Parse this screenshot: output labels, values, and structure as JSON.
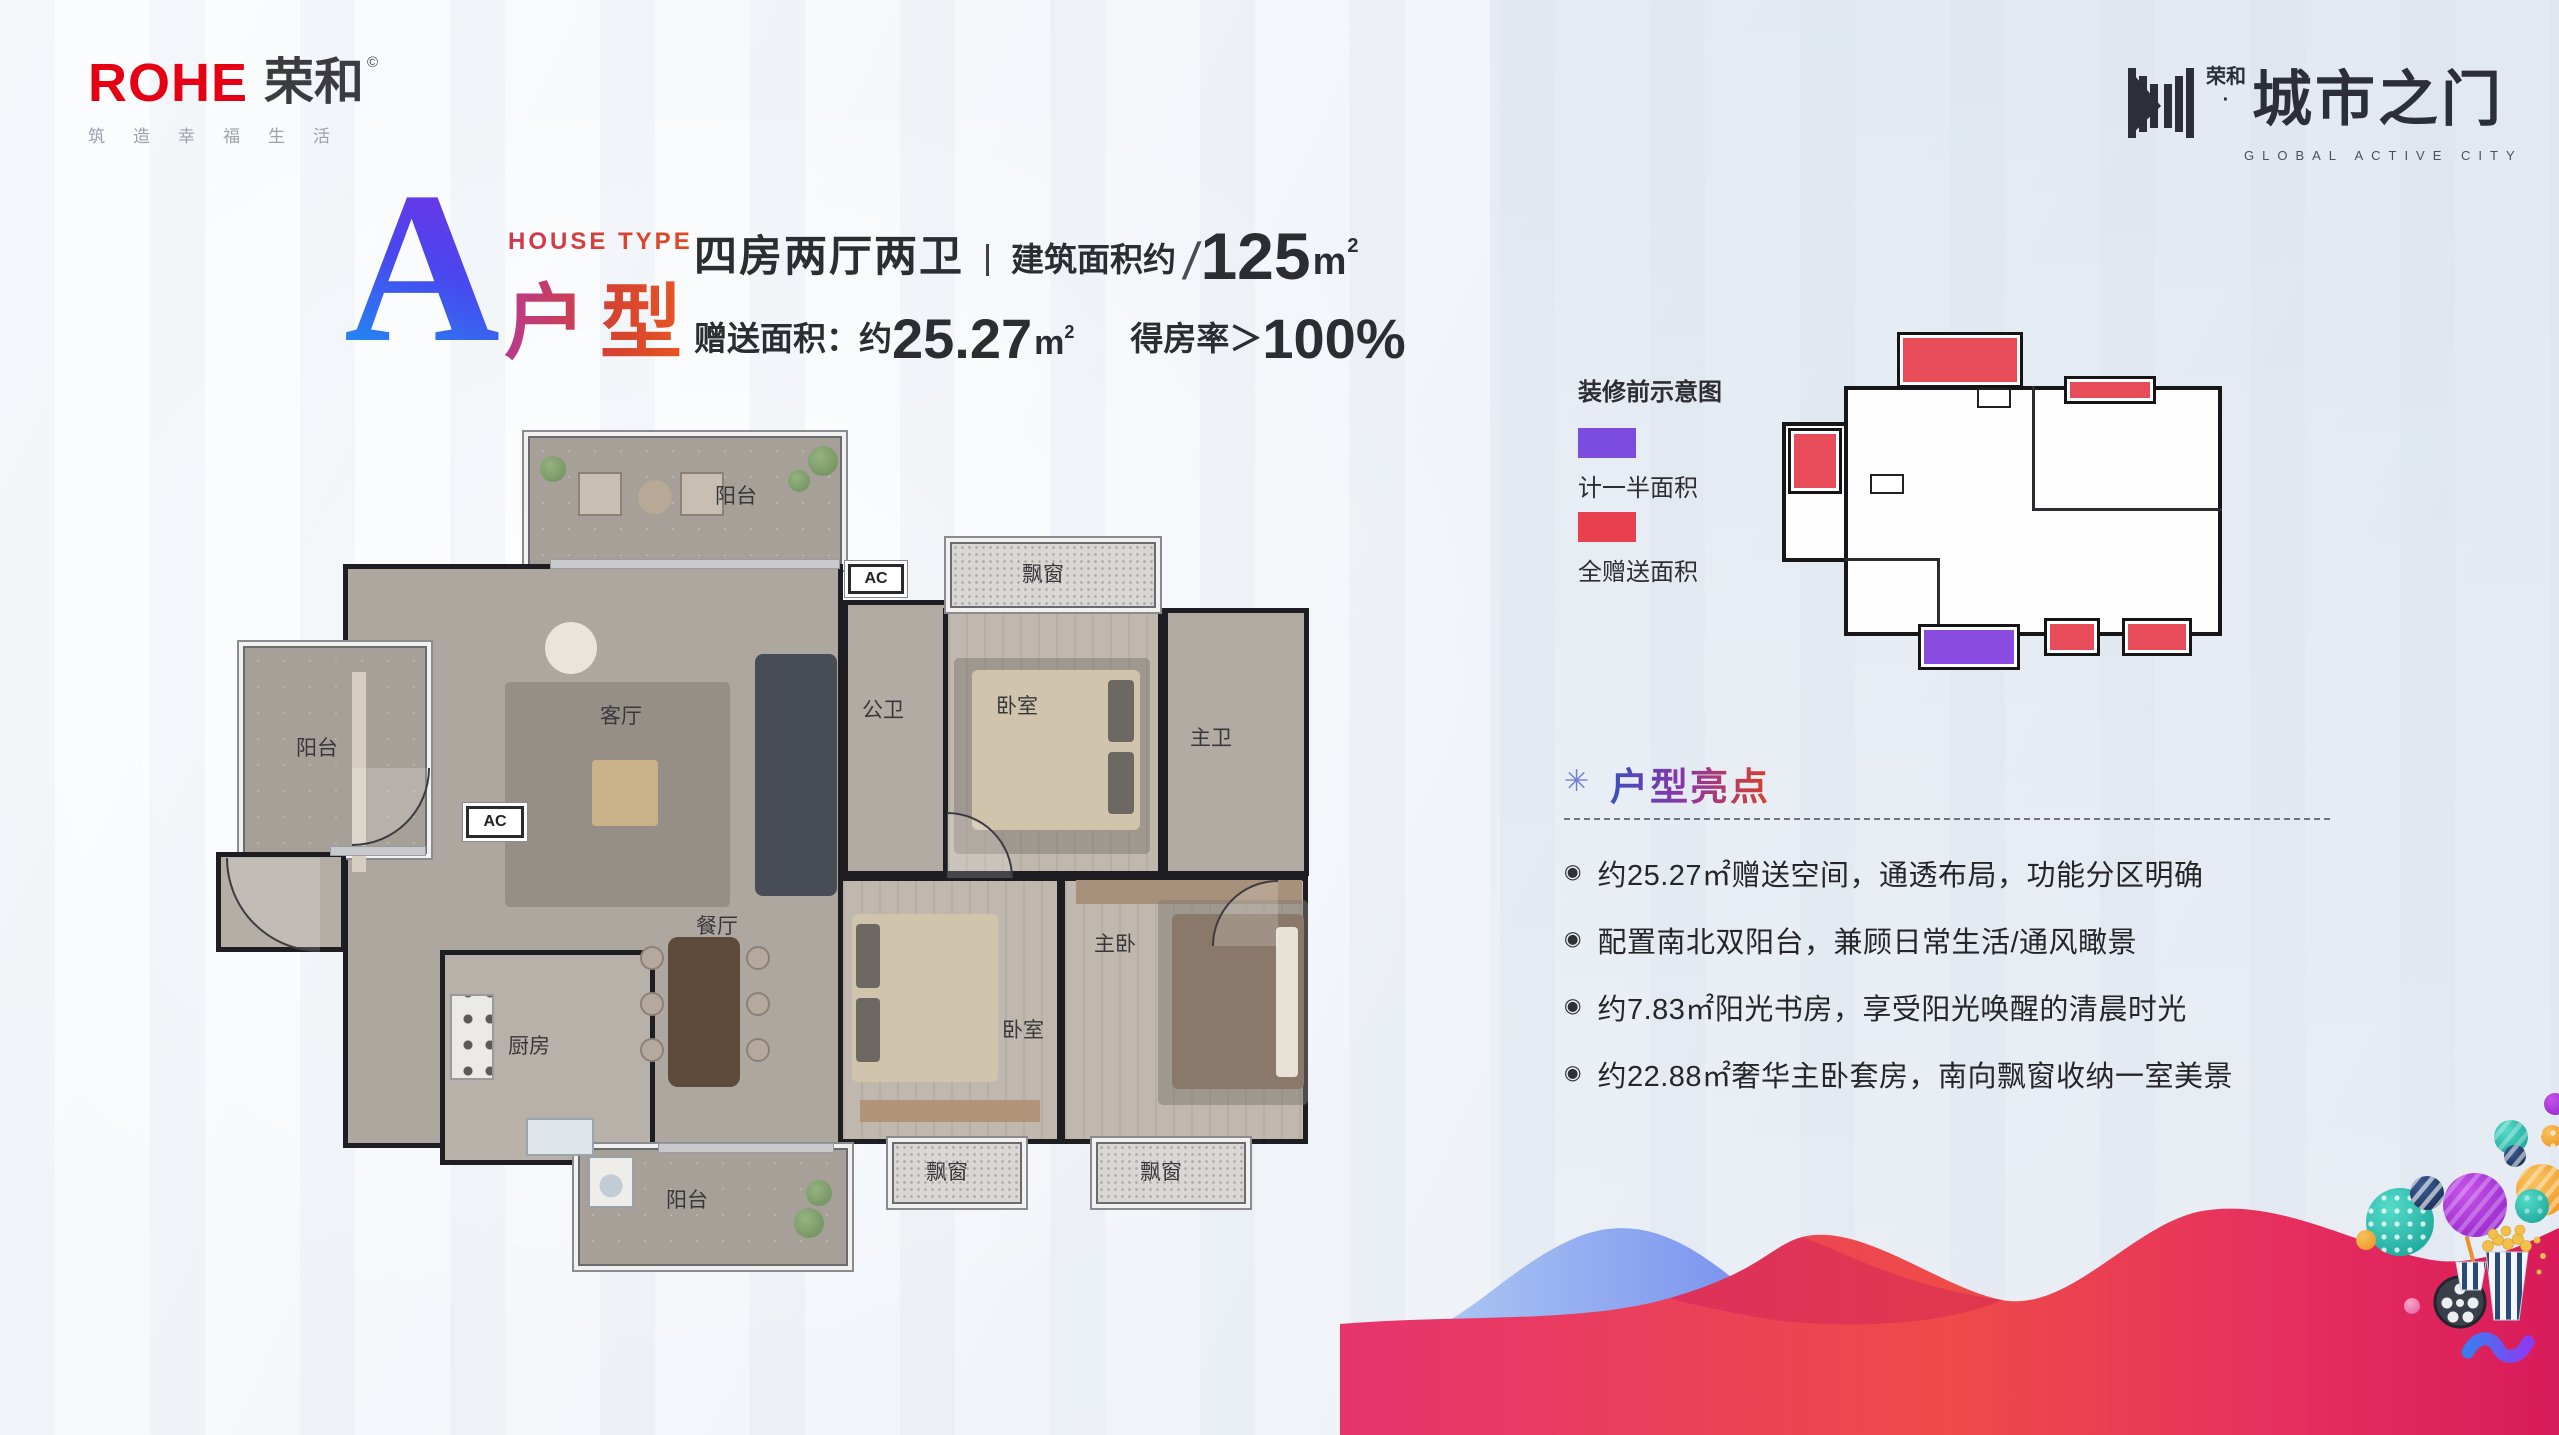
{
  "brand": {
    "logo_en": "ROHE",
    "logo_cn": "荣和",
    "reg_mark": "©",
    "tagline": "筑造幸福生活"
  },
  "project": {
    "name_small_cn": "荣和",
    "name_dot": "·",
    "name": "城市之门",
    "name_en": "GLOBAL ACTIVE CITY"
  },
  "header": {
    "type_letter": "A",
    "type_en": "HOUSE TYPE",
    "type_cn": "户型",
    "rooms_text": "四房两厅两卫",
    "area_label": "建筑面积约",
    "area_slash": "/",
    "area_value": "125",
    "area_unit": "m",
    "area_sup": "2",
    "gift_label": "赠送面积：约",
    "gift_value": "25.27",
    "gift_unit": "m",
    "gift_sup": "2",
    "ratio_label": "得房率＞",
    "ratio_value": "100%"
  },
  "floorplan": {
    "labels": {
      "balcony_top": "阳台",
      "living": "客厅",
      "guest_bath": "公卫",
      "bedroom_top": "卧室",
      "master_bath": "主卫",
      "bay_top": "飘窗",
      "balcony_left": "阳台",
      "dining": "餐厅",
      "kitchen": "厨房",
      "bedroom_bottom": "卧室",
      "master_bedroom": "主卧",
      "bay_bottom_left": "飘窗",
      "bay_bottom_right": "飘窗",
      "balcony_bottom": "阳台",
      "ac_top": "AC",
      "ac_left": "AC"
    }
  },
  "legend": {
    "title": "装修前示意图",
    "items": [
      {
        "label": "计一半面积",
        "color": "#7c4be0"
      },
      {
        "label": "全赠送面积",
        "color": "#e8404f"
      }
    ]
  },
  "highlights": {
    "ornament": "✳",
    "title": "户型亮点",
    "bullet": "◉",
    "items": [
      "约25.27㎡赠送空间，通透布局，功能分区明确",
      "配置南北双阳台，兼顾日常生活/通风瞰景",
      "约7.83㎡阳光书房，享受阳光唤醒的清晨时光",
      "约22.88㎡奢华主卧套房，南向飘窗收纳一室美景"
    ]
  },
  "colors": {
    "brand_red": "#e50113",
    "letter_gradient_start": "#1f8df2",
    "letter_gradient_end": "#7c2ee2",
    "type_cn_gradient_start": "#b83a8e",
    "type_cn_gradient_end": "#ea5b21",
    "legend_half_area": "#7c4be0",
    "legend_full_gift": "#e8404f",
    "wave_pink": "#e6336e",
    "wave_blue_purple": "#7a4bf0"
  }
}
